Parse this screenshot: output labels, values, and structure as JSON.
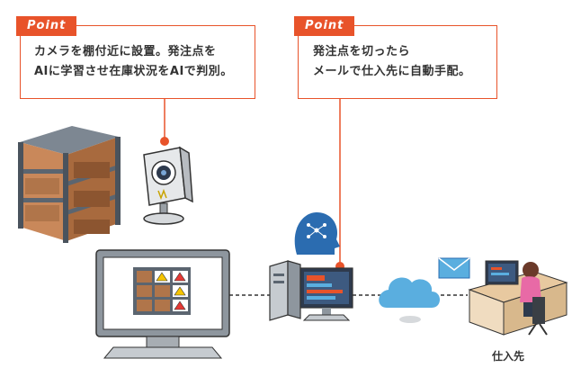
{
  "callouts": [
    {
      "tag": "Point",
      "lines": [
        "カメラを棚付近に設置。発注点を",
        "AIに学習させ在庫状況をAIで判別。"
      ]
    },
    {
      "tag": "Point",
      "lines": [
        "発注点を切ったら",
        "メールで仕入先に自動手配。"
      ]
    }
  ],
  "labels": {
    "supplier": "仕入先"
  },
  "colors": {
    "accent": "#e8532a",
    "shelf": "#5b6570",
    "box": "#b0754a",
    "cloud": "#5aaedf",
    "screen": "#2e3a4d"
  }
}
